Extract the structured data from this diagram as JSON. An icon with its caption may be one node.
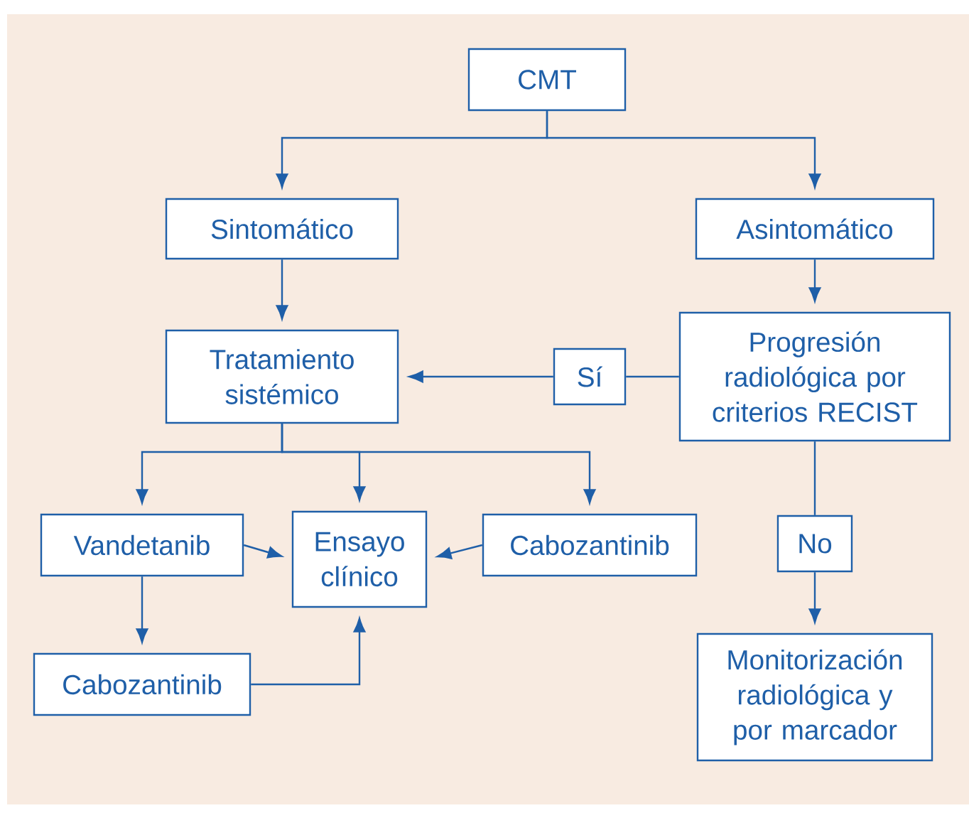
{
  "diagram": {
    "nodes": [
      {
        "text": [
          "CMT"
        ]
      },
      {
        "text": [
          "Sintomático"
        ]
      },
      {
        "text": [
          "Asintomático"
        ]
      },
      {
        "text": [
          "Tratamiento sistémico"
        ]
      },
      {
        "text": [
          "Sí"
        ]
      },
      {
        "text": [
          "Progresión radiológica por criterios RECIST"
        ]
      },
      {
        "text": [
          "Vandetanib"
        ]
      },
      {
        "text": [
          "Ensayo clínico"
        ]
      },
      {
        "text": [
          "Cabozantinib"
        ]
      },
      {
        "text": [
          "No"
        ]
      },
      {
        "text": [
          "Monitorización radiológica y por marcador"
        ]
      },
      {
        "text": [
          "Cabozantinib"
        ]
      }
    ],
    "edges": [
      {
        "from": 0,
        "to": 1,
        "arrow": "to"
      },
      {
        "from": 0,
        "to": 2,
        "arrow": "to"
      },
      {
        "from": 1,
        "to": 3,
        "arrow": "to"
      },
      {
        "from": 2,
        "to": 5,
        "arrow": "to"
      },
      {
        "from": 5,
        "to": 4,
        "arrow": "none"
      },
      {
        "from": 4,
        "to": 3,
        "arrow": "to"
      },
      {
        "from": 3,
        "to": 6,
        "arrow": "to"
      },
      {
        "from": 3,
        "to": 7,
        "arrow": "to"
      },
      {
        "from": 3,
        "to": 8,
        "arrow": "to"
      },
      {
        "from": 6,
        "to": 7,
        "arrow": "to"
      },
      {
        "from": 8,
        "to": 7,
        "arrow": "to"
      },
      {
        "from": 6,
        "to": 11,
        "arrow": "to"
      },
      {
        "from": 11,
        "to": 7,
        "arrow": "to"
      },
      {
        "from": 5,
        "to": 9,
        "arrow": "none"
      },
      {
        "from": 9,
        "to": 10,
        "arrow": "to"
      }
    ]
  }
}
